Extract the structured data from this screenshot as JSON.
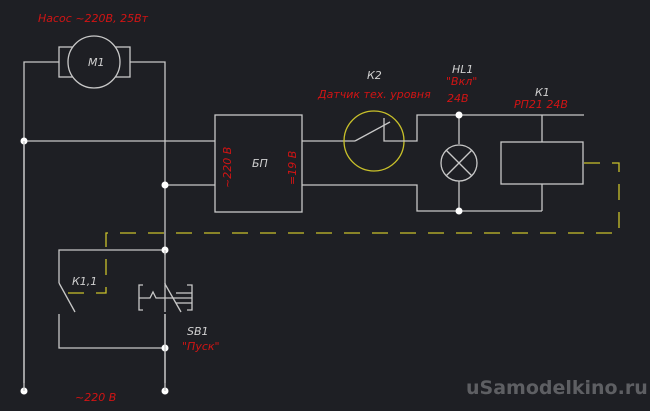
{
  "labels": {
    "pump_title": "Насос ~220В, 25Вт",
    "motor": "М1",
    "psu": "БП",
    "psu_input": "~220 В",
    "psu_output": "=19 В",
    "sensor_ref": "К2",
    "sensor_name": "Датчик тех. уровня",
    "lamp_ref": "HL1",
    "lamp_name": "\"Вкл\"",
    "lamp_voltage": "24В",
    "relay_ref": "К1",
    "relay_name": "РП21 24В",
    "relay_contact": "К1,1",
    "button_ref": "SB1",
    "button_name": "\"Пуск\"",
    "mains": "~220 В"
  },
  "watermark": "uSamodelkino.ru",
  "colors": {
    "background": "#1e1f24",
    "wire": "#c8c8c8",
    "mechanical_link": "#c9c12a",
    "label_red": "#d21414",
    "label_white": "#d0d0d0",
    "watermark": "#5e5f63"
  }
}
